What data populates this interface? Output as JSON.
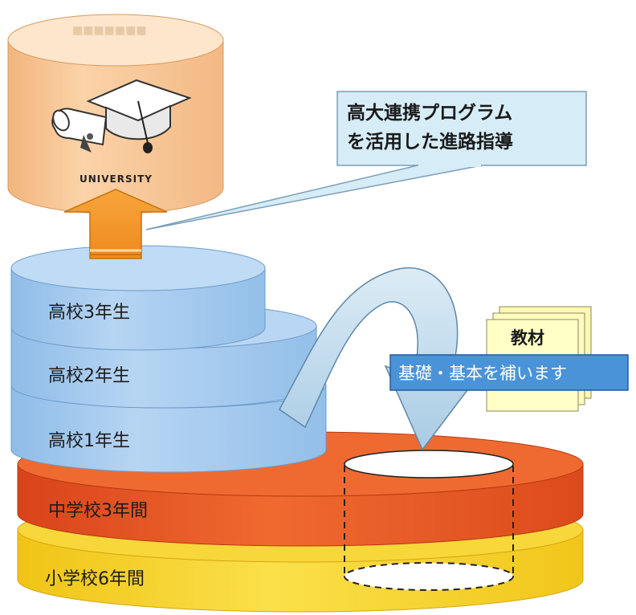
{
  "university": {
    "label": "UNIVERSITY",
    "icons": [
      "graduation-cap-icon",
      "diploma-scroll-icon"
    ]
  },
  "callout": {
    "line1": "高大連携プログラム",
    "line2": "を活用した進路指導"
  },
  "layers": {
    "high3": "高校3年生",
    "high2": "高校2年生",
    "high1": "高校1年生",
    "middle": "中学校3年間",
    "elementary": "小学校6年間"
  },
  "materials": {
    "card_label": "教材",
    "banner": "基礎・基本を補います"
  },
  "colors": {
    "university_top": "#fde3c8",
    "university_body": "#f7c898",
    "high_school": "#a9cdf0",
    "middle_school": "#e8501e",
    "elementary": "#f6d21e",
    "arrow_orange": "#f39a2c",
    "callout_bg": "#d6ecf6",
    "card_bg": "#ffffc0",
    "banner_bg": "#4a93d8"
  }
}
